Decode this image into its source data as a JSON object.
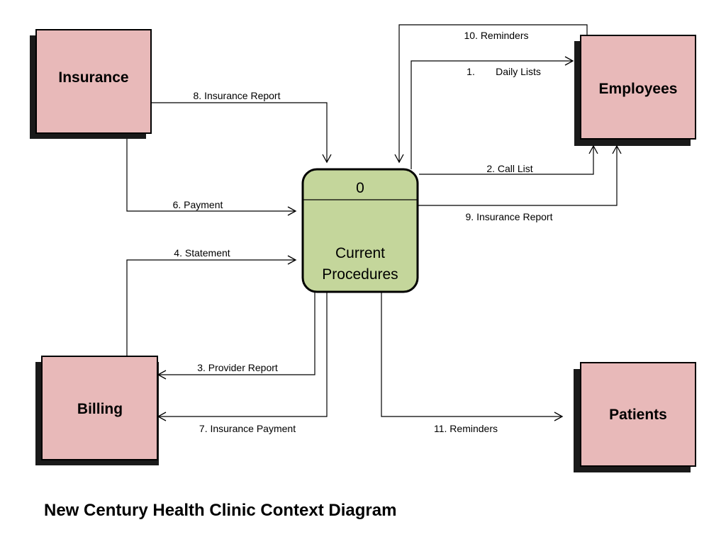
{
  "title": "New Century Health Clinic Context Diagram",
  "colors": {
    "entity_fill": "#e8b9b9",
    "process_fill": "#c4d69b",
    "shadow": "#1a1a1a"
  },
  "process": {
    "number": "0",
    "name_line1": "Current",
    "name_line2": "Procedures"
  },
  "entities": {
    "insurance": "Insurance",
    "employees": "Employees",
    "billing": "Billing",
    "patients": "Patients"
  },
  "flows": {
    "daily_lists_number": "1.",
    "daily_lists": "Daily Lists",
    "call_list": "2. Call List",
    "provider_report": "3. Provider Report",
    "statement": "4. Statement",
    "payment": "6. Payment",
    "insurance_payment": "7. Insurance Payment",
    "insurance_report_8": "8. Insurance Report",
    "insurance_report_9": "9. Insurance Report",
    "reminders_10": "10. Reminders",
    "reminders_11": "11. Reminders"
  }
}
